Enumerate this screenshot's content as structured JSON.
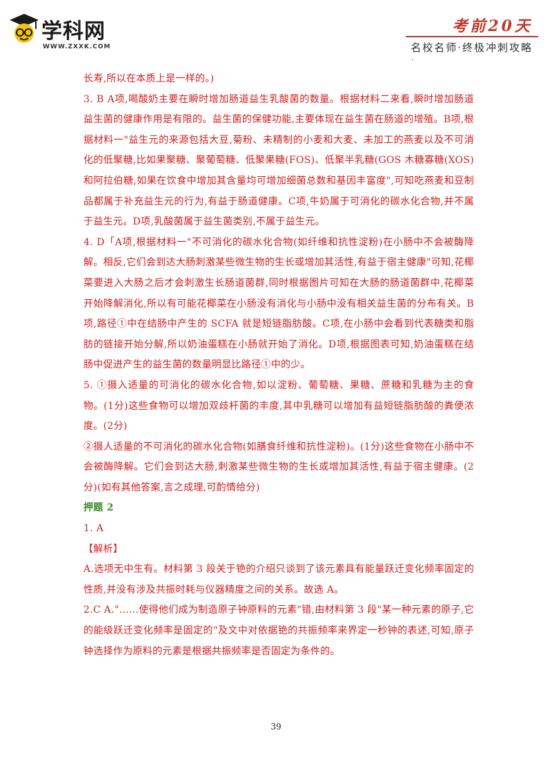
{
  "header": {
    "logo_text": "学科网",
    "logo_url": "WWW.ZXXK.COM",
    "brand_title": "考前20天",
    "brand_subtitle": "名校名师·终极冲刺攻略",
    "brand_dot": "·"
  },
  "content": {
    "p1": "长寿,所以在本质上是一样的。)",
    "p2": "3. B A项,喝酸奶主要在瞬时增加肠道益生乳酸菌的数量。根据材料二来看,瞬时增加肠道益生菌的健康作用是有限的。益生菌的保健功能,主要体现在益生菌在肠道的增殖。B项,根据材料一\"益生元的来源包括大豆,菊粉、未精制的小麦和大麦、未加工的燕麦以及不可消化的低聚糖,比如果聚糖、聚葡萄糖、低聚果糖(FOS)、低聚半乳糖(GOS 木糖寡糖(XOS)和阿拉伯糖,如果在饮食中增加其含量均可增加细菌总数和基因丰富度\",可知吃燕麦和豆制品都属于补充益生元的行为,有益于肠道健康。C项,牛奶属于可消化的碳水化合物,并不属于益生元。D项,乳酸菌属于益生菌类别,不属于益生元。",
    "p3": "4. D「A项,根据材料一\"不可消化的碳水化合物(如纤维和抗性淀粉)在小肠中不会被酶降解。相反,它们会到达大肠刺激某些微生物的生长或增加其活性,有益于宿主健康\"可知,花椰菜要进入大肠之后才会刺激生长肠道菌群,同时根据图片可知在大肠的肠道菌群中,花椰菜开始降解消化,所以有可能花椰菜在小肠没有消化与小肠中没有相关益生菌的分布有关。B项,路径①中在结肠中产生的 SCFA 就是短链脂肪酸。C项,在小肠中会看到代表糖类和脂肪的链接开始分解,所以奶油蛋糕在小肠就开始了消化。D项,根据图表可知,奶油蛋糕在结肠中促进产生的益生菌的数量明显比路径①中的少。",
    "p4": "5. ①摄入适量的可消化的碳水化合物,如以淀粉、葡萄糖、果糖、蔗糖和乳糖为主的食物。(1分)这些食物可以增加双歧杆菌的丰度,其中乳糖可以增加有益短链脂肪酸的粪便浓度。(2分)",
    "p5": "②摄人适量的不可消化的碳水化合物(如膳食纤维和抗性淀粉)。(1分)这些食物在小肠中不会被酶降解。它们会到达大肠,刺激某些微生物的生长或增加其活性,有益于宿主健康。(2分)(如有其他答案,言之成理,可酌情给分)",
    "section_title": "押题 2",
    "q1": "1. A",
    "analysis_label": "【解析】",
    "p6": "A.选项无中生有。材料第 3 段关于铯的介绍只谈到了该元素具有能量跃迁变化频率固定的性质,并没有涉及共振时耗与仪器精度之间的关系。故选 A。",
    "p7": "2.C    A.\"……使得他们成为制造原子钟原料的元素\"错,由材料第 3 段\"某一种元素的原子,它的能级跃迁变化频率是固定的\"及文中对依据铯的共振频率来界定一秒钟的表述,可知,原子钟选择作为原料的元素是根据共振频率是否固定为条件的。"
  },
  "page_number": "39",
  "colors": {
    "body_text": "#d21f1f",
    "section_title": "#3a8a2c",
    "brand": "#c0392b"
  }
}
